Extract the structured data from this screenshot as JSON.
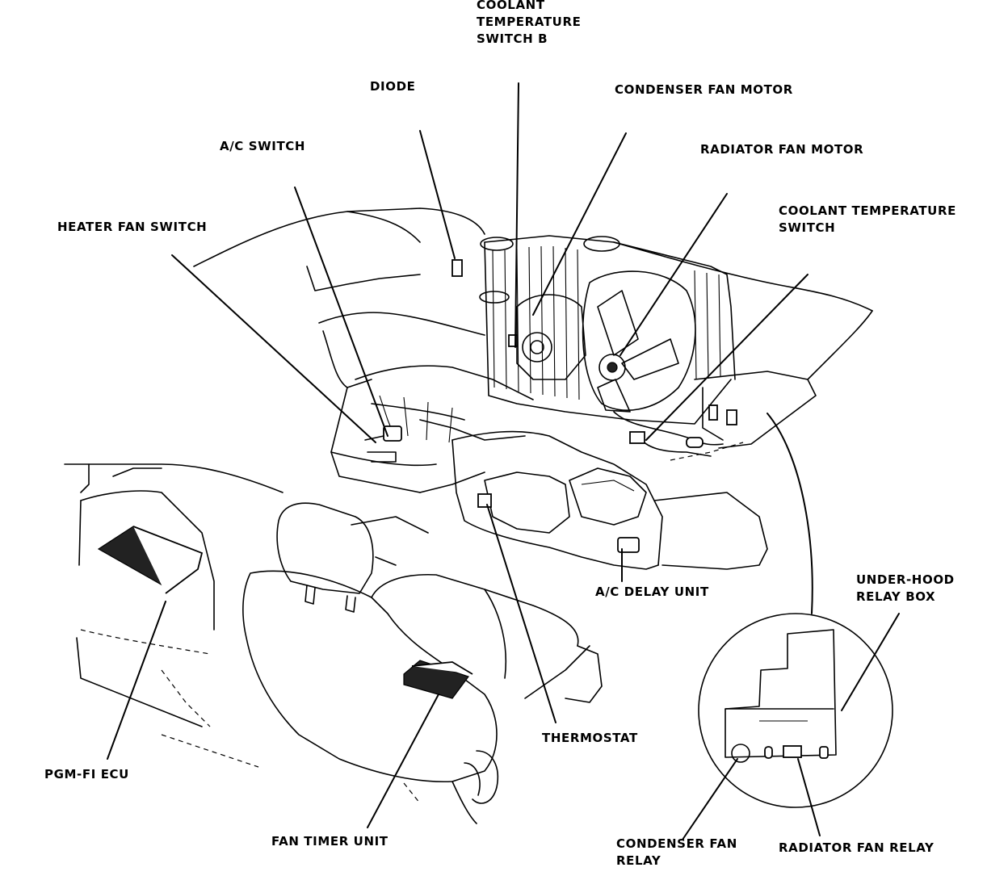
{
  "labels": {
    "coolant_temp_switch_b": [
      "COOLANT",
      "TEMPERATURE",
      "SWITCH B"
    ],
    "diode": "DIODE",
    "condenser_fan_motor": "CONDENSER FAN MOTOR",
    "ac_switch": "A/C SWITCH",
    "radiator_fan_motor": "RADIATOR FAN MOTOR",
    "coolant_temp_switch": [
      "COOLANT TEMPERATURE",
      "SWITCH"
    ],
    "heater_fan_switch": "HEATER FAN SWITCH",
    "under_hood_relay_box": [
      "UNDER-HOOD",
      "RELAY BOX"
    ],
    "ac_delay_unit": "A/C DELAY UNIT",
    "thermostat": "THERMOSTAT",
    "pgm_fi_ecu": "PGM-FI ECU",
    "fan_timer_unit": "FAN TIMER UNIT",
    "condenser_fan_relay": [
      "CONDENSER FAN",
      "RELAY"
    ],
    "radiator_fan_relay": "RADIATOR FAN RELAY"
  },
  "colors": {
    "ink": "#000000",
    "paper": "#ffffff"
  }
}
